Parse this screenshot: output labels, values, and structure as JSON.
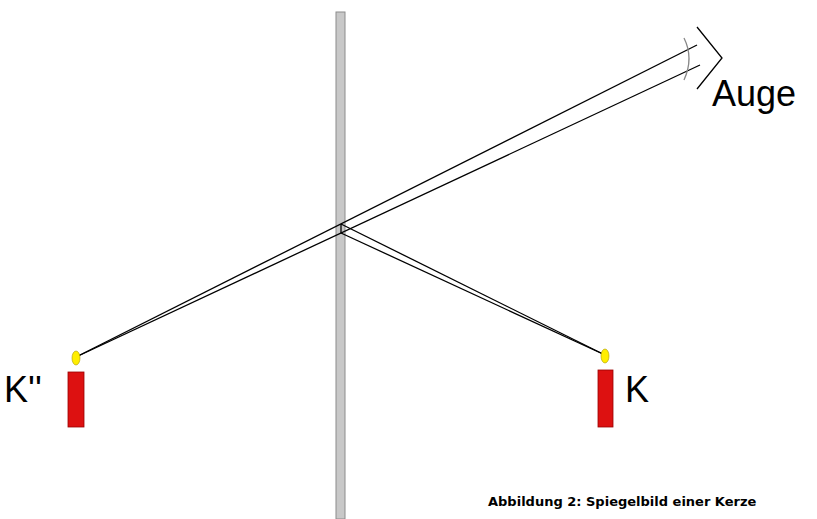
{
  "diagram": {
    "caption": "Abbildung 2: Spiegelbild einer Kerze",
    "labels": [
      "Auge",
      "K''",
      "K"
    ]
  }
}
